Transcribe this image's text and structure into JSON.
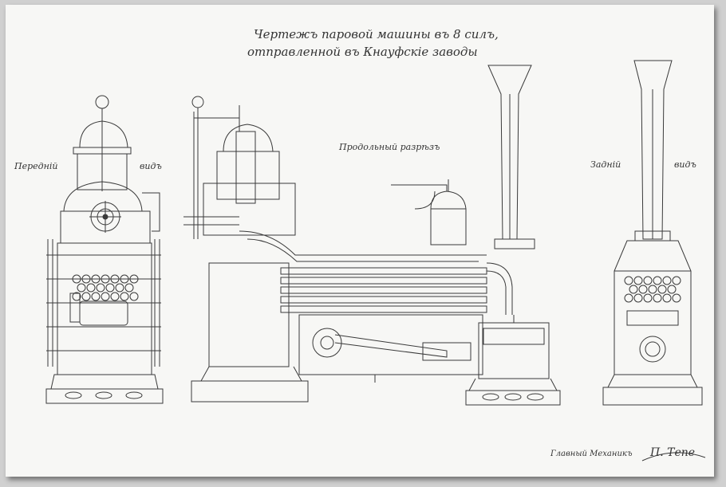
{
  "drawing": {
    "title_line1": "Чертежъ паровой машины въ 8 силъ,",
    "title_line2": "отправленной въ Кнауфскіе заводы",
    "front_view_left": "Передній",
    "front_view_right": "видъ",
    "longitudinal_section": "Продольный разрѣзъ",
    "rear_view_left": "Задній",
    "rear_view_right": "видъ",
    "signature_title": "Главный Механикъ",
    "signature_name": "П. Тепе"
  },
  "colors": {
    "ink": "#3a3a3a",
    "paper": "#f7f7f5",
    "frame": "#d0d0d0"
  }
}
